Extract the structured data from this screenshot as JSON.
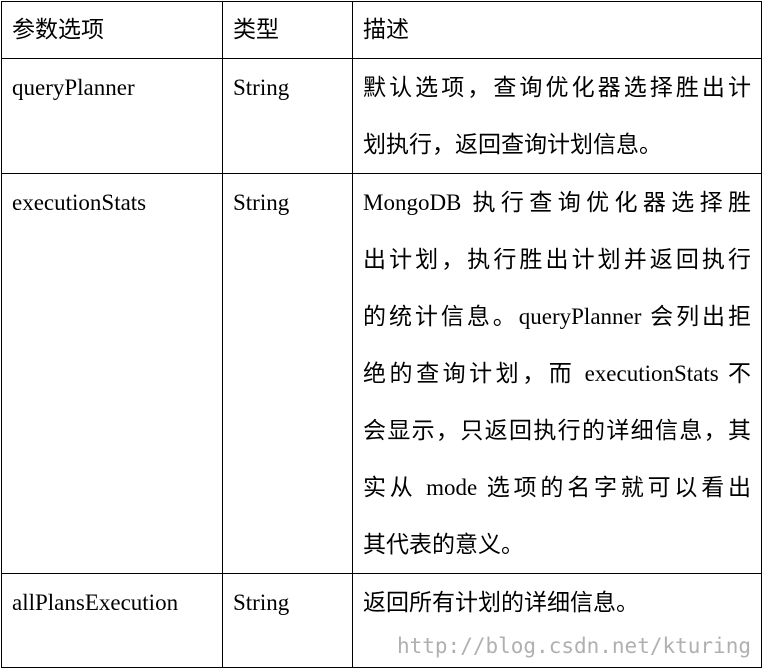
{
  "table": {
    "headers": [
      "参数选项",
      "类型",
      "描述"
    ],
    "rows": [
      {
        "option": "queryPlanner",
        "type": "String",
        "description": [
          "默认选项，查询优化器选择胜出计",
          "划执行，返回查询计划信息。"
        ]
      },
      {
        "option": "executionStats",
        "type": "String",
        "description": [
          "MongoDB 执行查询优化器选择胜",
          "出计划，执行胜出计划并返回执行",
          "的统计信息。queryPlanner 会列出拒",
          "绝的查询计划，而 executionStats 不",
          "会显示，只返回执行的详细信息，其",
          "实从 mode 选项的名字就可以看出",
          "其代表的意义。"
        ]
      },
      {
        "option": "allPlansExecution",
        "type": "String",
        "description": [
          "返回所有计划的详细信息。"
        ]
      }
    ]
  },
  "watermark": "http://blog.csdn.net/kturing"
}
